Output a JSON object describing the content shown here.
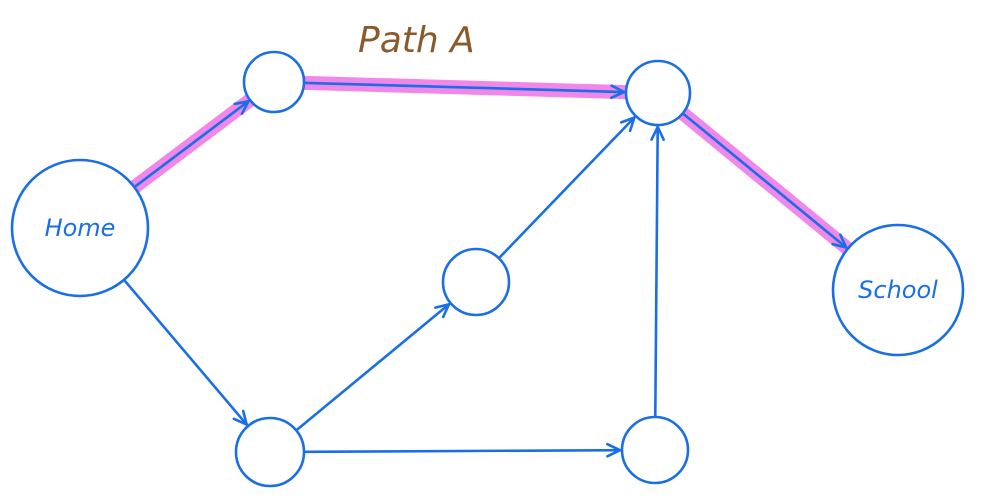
{
  "colors": {
    "stroke": "#1a6fe6",
    "highlight": "#f07be6",
    "path_label": "#8b5a2b"
  },
  "path_label": "Path A",
  "nodes": [
    {
      "id": "home",
      "label": "Home"
    },
    {
      "id": "top-left",
      "label": ""
    },
    {
      "id": "top-right",
      "label": ""
    },
    {
      "id": "middle",
      "label": ""
    },
    {
      "id": "bottom-left",
      "label": ""
    },
    {
      "id": "bottom-right",
      "label": ""
    },
    {
      "id": "school",
      "label": "School"
    }
  ],
  "edges": [
    {
      "from": "home",
      "to": "top-left",
      "highlighted": true
    },
    {
      "from": "top-left",
      "to": "top-right",
      "highlighted": true
    },
    {
      "from": "top-right",
      "to": "school",
      "highlighted": true
    },
    {
      "from": "home",
      "to": "bottom-left",
      "highlighted": false
    },
    {
      "from": "bottom-left",
      "to": "middle",
      "highlighted": false
    },
    {
      "from": "bottom-left",
      "to": "bottom-right",
      "highlighted": false
    },
    {
      "from": "middle",
      "to": "top-right",
      "highlighted": false
    },
    {
      "from": "bottom-right",
      "to": "top-right",
      "highlighted": false
    }
  ]
}
